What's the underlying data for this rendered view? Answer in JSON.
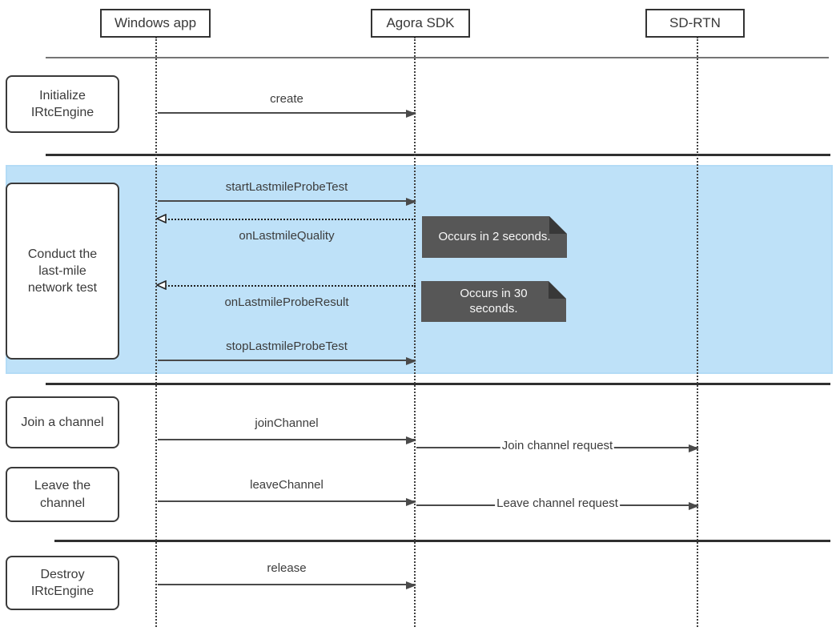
{
  "actors": [
    {
      "label": "Windows app"
    },
    {
      "label": "Agora SDK"
    },
    {
      "label": "SD-RTN"
    }
  ],
  "phases": [
    {
      "label": "Initialize IRtcEngine"
    },
    {
      "label": "Conduct the last-mile network test"
    },
    {
      "label": "Join a channel"
    },
    {
      "label": "Leave the channel"
    },
    {
      "label": "Destroy IRtcEngine"
    }
  ],
  "messages": [
    {
      "label": "create",
      "from": "Windows app",
      "to": "Agora SDK",
      "style": "solid"
    },
    {
      "label": "startLastmileProbeTest",
      "from": "Windows app",
      "to": "Agora SDK",
      "style": "solid"
    },
    {
      "label": "onLastmileQuality",
      "from": "Agora SDK",
      "to": "Windows app",
      "style": "dotted-return"
    },
    {
      "label": "onLastmileProbeResult",
      "from": "Agora SDK",
      "to": "Windows app",
      "style": "dotted-return"
    },
    {
      "label": "stopLastmileProbeTest",
      "from": "Windows app",
      "to": "Agora SDK",
      "style": "solid"
    },
    {
      "label": "joinChannel",
      "from": "Windows app",
      "to": "Agora SDK",
      "style": "solid"
    },
    {
      "label": "Join channel request",
      "from": "Agora SDK",
      "to": "SD-RTN",
      "style": "solid"
    },
    {
      "label": "leaveChannel",
      "from": "Windows app",
      "to": "Agora SDK",
      "style": "solid"
    },
    {
      "label": "Leave channel request",
      "from": "Agora SDK",
      "to": "SD-RTN",
      "style": "solid"
    },
    {
      "label": "release",
      "from": "Windows app",
      "to": "Agora SDK",
      "style": "solid"
    }
  ],
  "notes": [
    {
      "text": "Occurs in 2 seconds."
    },
    {
      "text": "Occurs in 30 seconds."
    }
  ],
  "colors": {
    "highlight_band": "#bee1f8",
    "note_background": "#575757",
    "note_fold": "#383838",
    "arrow_line": "#4a4a4a",
    "text": "#3c3c3c",
    "divider_gray": "#757575",
    "divider_dark": "#303030"
  }
}
